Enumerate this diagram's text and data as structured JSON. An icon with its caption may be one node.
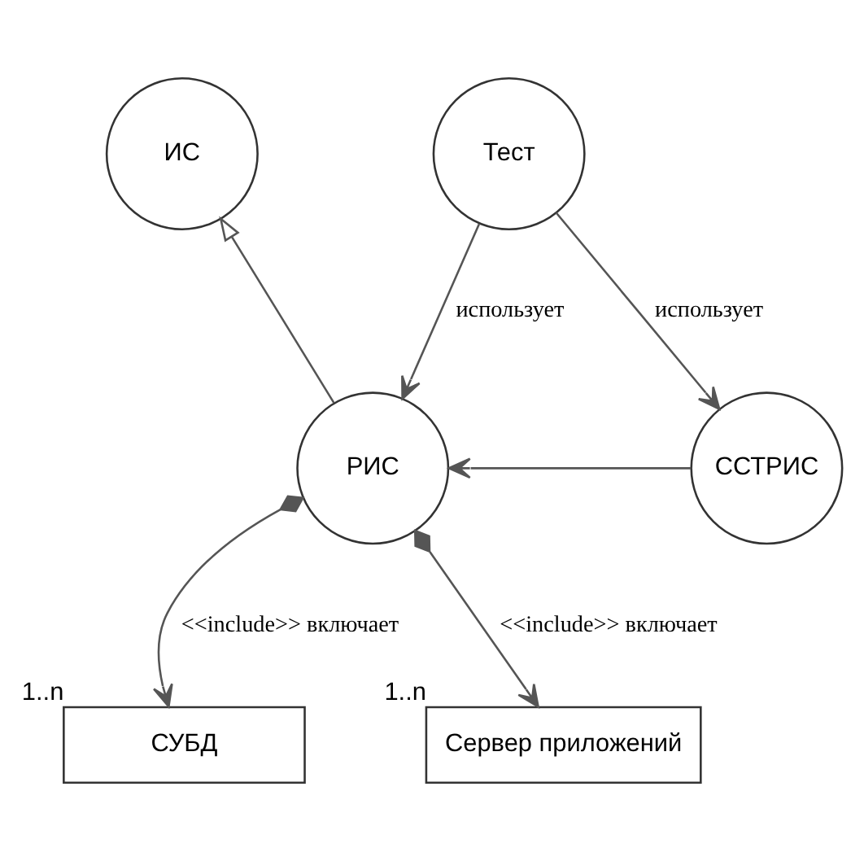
{
  "diagram": {
    "nodes": [
      {
        "text": [
          "ИС"
        ]
      },
      {
        "text": [
          "Тест"
        ]
      },
      {
        "text": [
          "РИС"
        ]
      },
      {
        "text": [
          "ССТРИС"
        ]
      },
      {
        "text": [
          "СУБД"
        ],
        "beside": [
          "1..n"
        ]
      },
      {
        "text": [
          "Сервер приложений"
        ],
        "beside": [
          "1..n"
        ]
      }
    ],
    "edges": [
      {
        "from": 2,
        "to": 0,
        "arrow": "to"
      },
      {
        "from": 1,
        "to": 2,
        "arrow": "to",
        "label": "использует"
      },
      {
        "from": 1,
        "to": 3,
        "arrow": "to",
        "label": "использует"
      },
      {
        "from": 3,
        "to": 2,
        "arrow": "to"
      },
      {
        "from": 2,
        "to": 4,
        "arrow": "to",
        "label": "<<include>> включает"
      },
      {
        "from": 2,
        "to": 5,
        "arrow": "to",
        "label": "<<include>> включает"
      }
    ]
  }
}
